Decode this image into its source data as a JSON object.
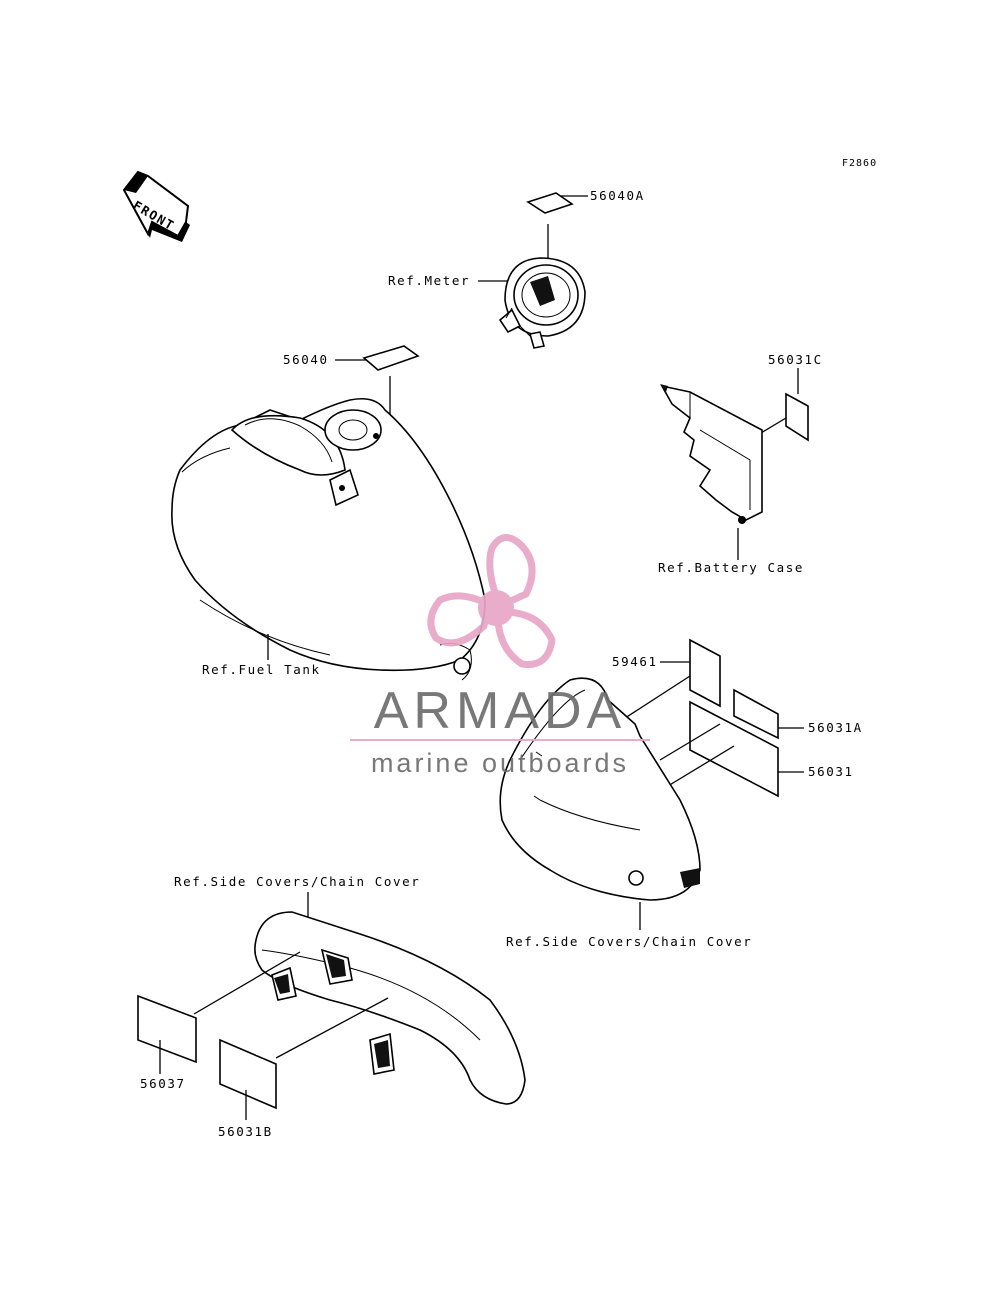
{
  "diagram_code": "F2860",
  "front_arrow": {
    "label": "FRONT",
    "icon": "front-arrow-icon"
  },
  "labels": {
    "p56040A": "56040A",
    "ref_meter": "Ref.Meter",
    "p56040": "56040",
    "p56031C": "56031C",
    "ref_battery_case": "Ref.Battery Case",
    "ref_fuel_tank": "Ref.Fuel Tank",
    "p59461": "59461",
    "p56031A": "56031A",
    "p56031": "56031",
    "ref_side_covers_right": "Ref.Side Covers/Chain Cover",
    "ref_side_covers_left": "Ref.Side Covers/Chain Cover",
    "p56037": "56037",
    "p56031B": "56031B"
  },
  "watermark": {
    "brand": "ARMADA",
    "tagline": "marine outboards",
    "icon": "propeller-logo-icon",
    "logo_color": "#e8a6c6",
    "text_color": "#6d6d6d"
  }
}
